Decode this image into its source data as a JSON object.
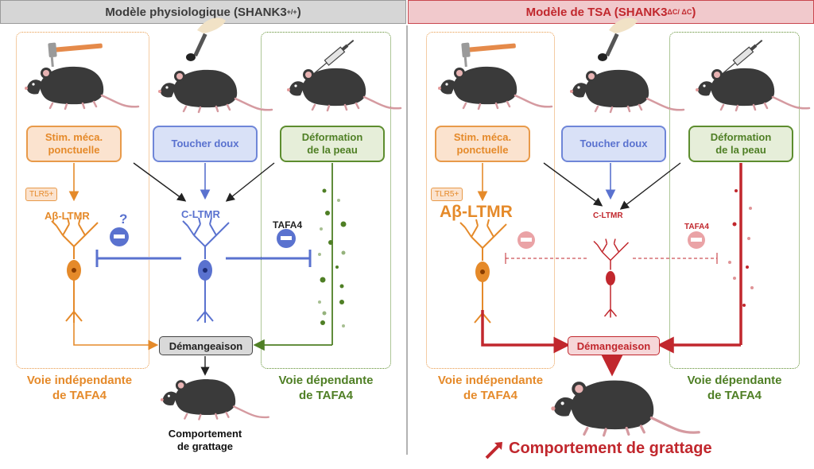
{
  "left": {
    "title_prefix": "Modèle physiologique (SHANK3",
    "title_sup": "+/+",
    "title_suffix": ")",
    "stim_mech": "Stim. méca.\nponctuelle",
    "stim_touch": "Toucher doux",
    "stim_skin": "Déformation\nde la peau",
    "tlr5": "TLR5+",
    "abeta": "Aβ-LTMR",
    "cltmr": "C-LTMR",
    "tafa4": "TAFA4",
    "question": "?",
    "itch": "Démangeaison",
    "path_indep": "Voie indépendante\nde TAFA4",
    "path_dep": "Voie dépendante\nde TAFA4",
    "behavior": "Comportement\nde grattage"
  },
  "right": {
    "title_prefix": "Modèle de TSA (SHANK3",
    "title_sup": "ΔC/ ΔC",
    "title_suffix": ")",
    "stim_mech": "Stim. méca.\nponctuelle",
    "stim_touch": "Toucher doux",
    "stim_skin": "Déformation\nde la peau",
    "tlr5": "TLR5+",
    "abeta": "Aβ-LTMR",
    "cltmr": "C-LTMR",
    "tafa4": "TAFA4",
    "itch": "Démangeaison",
    "path_indep": "Voie indépendante\nde TAFA4",
    "path_dep": "Voie dépendante\nde TAFA4",
    "behavior": "Comportement de grattage"
  },
  "colors": {
    "orange": "#e58a2a",
    "blue": "#5a72cf",
    "green": "#4f7f25",
    "red": "#c1272d",
    "mouse": "#3a3a3a"
  },
  "icons": [
    "hammer-icon",
    "brush-icon",
    "syringe-icon",
    "mouse-icon",
    "neuron-icon",
    "inhibition-icon",
    "up-arrow-icon"
  ]
}
